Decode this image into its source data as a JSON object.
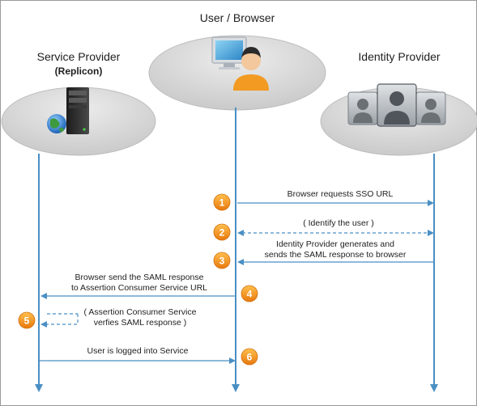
{
  "actors": {
    "service_provider": {
      "title": "Service Provider",
      "subtitle": "(Replicon)"
    },
    "user_browser": {
      "title": "User / Browser"
    },
    "identity_provider": {
      "title": "Identity Provider"
    }
  },
  "icons": {
    "server": "server-icon",
    "globe": "globe-icon",
    "user_at_computer": "user-at-computer-icon",
    "user_group": "user-group-icon"
  },
  "steps": [
    {
      "number": "1",
      "lines": [
        "Browser requests SSO URL"
      ],
      "from": "user_browser",
      "to": "identity_provider",
      "style": "solid"
    },
    {
      "number": "2",
      "lines": [
        "( Identify the user )"
      ],
      "from": "identity_provider",
      "to": "user_browser",
      "style": "dashed-both"
    },
    {
      "number": "3",
      "lines": [
        "Identity Provider generates and",
        "sends the SAML response to browser"
      ],
      "from": "identity_provider",
      "to": "user_browser",
      "style": "solid"
    },
    {
      "number": "4",
      "lines": [
        "Browser send the SAML response",
        "to Assertion Consumer Service URL"
      ],
      "from": "user_browser",
      "to": "service_provider",
      "style": "solid"
    },
    {
      "number": "5",
      "lines": [
        "( Assertion Consumer Service",
        "verfies SAML response )"
      ],
      "from": "service_provider",
      "to": "service_provider",
      "style": "dashed-self"
    },
    {
      "number": "6",
      "lines": [
        "User is logged into Service"
      ],
      "from": "service_provider",
      "to": "user_browser",
      "style": "solid"
    }
  ],
  "colors": {
    "lifeline": "#4a8fc4",
    "platform_fill": "#d4d4d4",
    "platform_edge": "#b8b8b8",
    "badge": "#f0901e",
    "text": "#1e1e1e"
  }
}
